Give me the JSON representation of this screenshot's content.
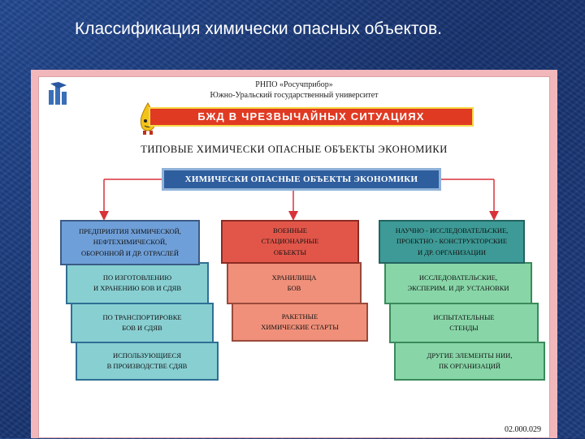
{
  "slide": {
    "title": "Классификация химически опасных объектов."
  },
  "poster": {
    "header_line1": "РНПО «Росучприбор»",
    "header_line2": "Южно-Уральский государственный   университет",
    "banner": "БЖД В ЧРЕЗВЫЧАЙНЫХ СИТУАЦИЯХ",
    "main_heading": "ТИПОВЫЕ  ХИМИЧЕСКИ  ОПАСНЫЕ  ОБЪЕКТЫ  ЭКОНОМИКИ",
    "top_box": "ХИМИЧЕСКИ  ОПАСНЫЕ  ОБЪЕКТЫ  ЭКОНОМИКИ",
    "code": "02.000.029",
    "colors": {
      "banner_red": "#e13a22",
      "banner_border": "#f6d94a",
      "top_box_blue": "#2f5e9e",
      "arrow_red": "#d8323a"
    }
  },
  "diagram": {
    "left": {
      "head": "ПРЕДПРИЯТИЯ  ХИМИЧЕСКОЙ,\nНЕФТЕХИМИЧЕСКОЙ,\nОБОРОННОЙ  И  ДР. ОТРАСЛЕЙ",
      "items": [
        "ПО  ИЗГОТОВЛЕНИЮ\nИ  ХРАНЕНИЮ  БОВ  И  СДЯВ",
        "ПО  ТРАНСПОРТИРОВКЕ\nБОВ  И  СДЯВ",
        "ИСПОЛЬЗУЮЩИЕСЯ\nВ  ПРОИЗВОДСТВЕ  СДЯВ"
      ]
    },
    "middle": {
      "head": "ВОЕННЫЕ\nСТАЦИОНАРНЫЕ\nОБЪЕКТЫ",
      "items": [
        "ХРАНИЛИЩА\nБОВ",
        "РАКЕТНЫЕ\nХИМИЧЕСКИЕ  СТАРТЫ"
      ]
    },
    "right": {
      "head": "НАУЧНО - ИССЛЕДОВАТЕЛЬСКИЕ,\nПРОЕКТНО - КОНСТРУКТОРСКИЕ\nИ  ДР.  ОРГАНИЗАЦИИ",
      "items": [
        "ИССЛЕДОВАТЕЛЬСКИЕ,\nЭКСПЕРИМ.  И  ДР.  УСТАНОВКИ",
        "ИСПЫТАТЕЛЬНЫЕ\nСТЕНДЫ",
        "ДРУГИЕ  ЭЛЕМЕНТЫ  НИИ,\nПК  ОРГАНИЗАЦИЙ"
      ]
    }
  }
}
